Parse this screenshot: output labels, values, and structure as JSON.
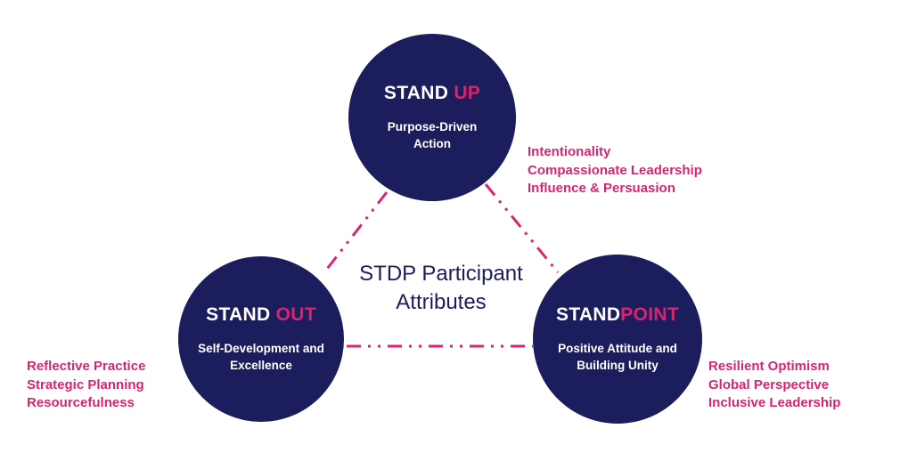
{
  "center_label": {
    "line1": "STDP Participant",
    "line2": "Attributes"
  },
  "nodes": [
    {
      "title_main": "STAND ",
      "title_accent": "UP",
      "subtitle_line1": "Purpose-Driven",
      "subtitle_line2": "Action",
      "attributes": [
        "Intentionality",
        "Compassionate Leadership",
        "Influence & Persuasion"
      ]
    },
    {
      "title_main": "STAND ",
      "title_accent": "OUT",
      "subtitle_line1": "Self-Development and",
      "subtitle_line2": "Excellence",
      "attributes": [
        "Reflective Practice",
        "Strategic Planning",
        "Resourcefulness"
      ]
    },
    {
      "title_main": "STAND",
      "title_accent": "POINT",
      "subtitle_line1": "Positive Attitude and",
      "subtitle_line2": "Building Unity",
      "attributes": [
        "Resilient Optimism",
        "Global Perspective",
        "Inclusive Leadership"
      ]
    }
  ],
  "colors": {
    "navy": "#1b1d5c",
    "accent": "#d9246f"
  }
}
